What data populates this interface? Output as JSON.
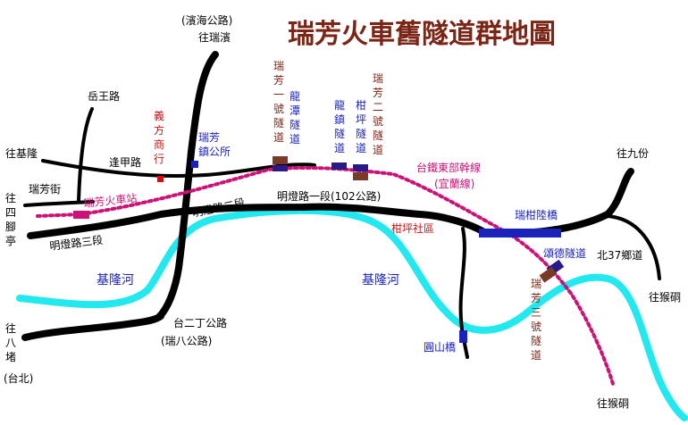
{
  "title": "瑞芳火車舊隧道群地圖",
  "colors": {
    "road": "#000000",
    "river": "#22e8f0",
    "rail": "#cc1177",
    "bridge": "#1a22bb",
    "tunnel_fill": "#7a3a28",
    "tunnel_marker": "#2a1a88",
    "title": "#7a2515",
    "label_black": "#000000",
    "label_blue": "#1a22bb",
    "label_brown": "#7a2515",
    "label_red": "#cc1111",
    "label_magenta": "#cc1177"
  },
  "labels": {
    "to_binhai_paren": "(濱海公路)",
    "to_ruibin": "往瑞濱",
    "yuewang_rd": "岳王路",
    "to_jilong": "往基隆",
    "fenjia_rd": "逢甲路",
    "ruifang_st": "瑞芳街",
    "to_sijiaoting": [
      "往",
      "四",
      "腳",
      "亭"
    ],
    "mingdeng_3": "明燈路三段",
    "mingdeng_2": "明燈路二段",
    "mingdeng_1": "明燈路一段(102公路)",
    "yifang_school": [
      "義",
      "方",
      "商",
      "行"
    ],
    "ruifang_office": [
      "瑞芳",
      "鎮公所"
    ],
    "ruifang_tunnel1": [
      "瑞",
      "芳",
      "一",
      "號",
      "隧",
      "道"
    ],
    "longtan_tunnel": [
      "龍",
      "潭",
      "隧",
      "道"
    ],
    "longzhen_tunnel": [
      "龍",
      "鎮",
      "隧",
      "道"
    ],
    "kanping_tunnel": [
      "柑",
      "坪",
      "隧",
      "道"
    ],
    "ruifang_tunnel2": [
      "瑞",
      "芳",
      "二",
      "號",
      "隧",
      "道"
    ],
    "ruifang_station": "瑞芳火車站",
    "tra_line": "台鐵東部幹線",
    "yilan_line": "(宜蘭線)",
    "to_jiufen": "往九份",
    "kanping_community": "柑坪社區",
    "ruikan_bridge": "瑞柑陸橋",
    "songde_tunnel": "頌德隧道",
    "bei37": "北37鄉道",
    "to_houtong_1": "往猴硐",
    "to_houtong_2": "往猴硐",
    "ruifang_tunnel3": [
      "瑞",
      "芳",
      "三",
      "號",
      "隧",
      "道"
    ],
    "jilong_river_1": "基隆河",
    "jilong_river_2": "基隆河",
    "taierding": "台二丁公路",
    "ruiba_paren": "(瑞八公路)",
    "yuanshan_bridge": "圓山橋",
    "to_badu": [
      "往",
      "八",
      "堵"
    ],
    "taipei_paren": "(台北)"
  }
}
